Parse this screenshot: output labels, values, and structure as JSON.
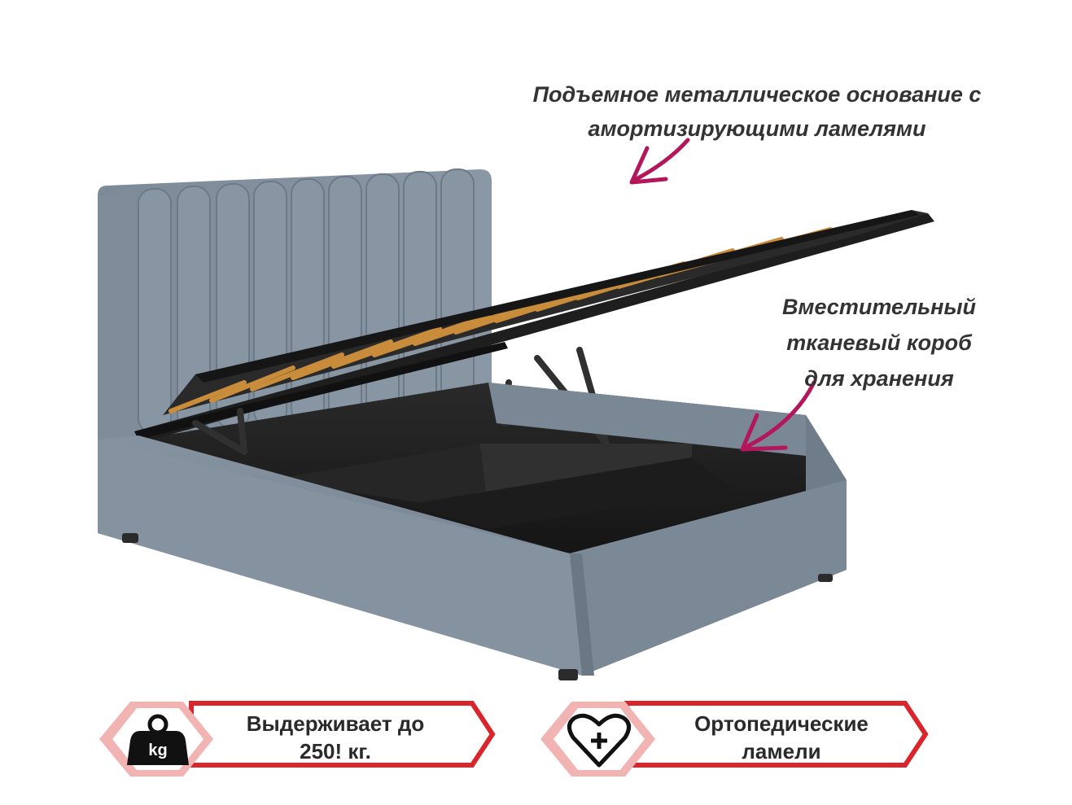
{
  "captions": {
    "base": {
      "line1": "Подъемное металлическое основание с",
      "line2": "амортизирующими ламелями"
    },
    "storage": {
      "line1": "Вместительный",
      "line2": "тканевый короб",
      "line3": "для хранения"
    }
  },
  "badges": [
    {
      "icon": "weight-icon",
      "icon_label": "kg",
      "line1": "Выдерживает до",
      "line2": "250! кг."
    },
    {
      "icon": "heart-plus-icon",
      "line1": "Ортопедические",
      "line2": "ламели"
    }
  ],
  "colors": {
    "upholstery": "#7a8896",
    "frame_black": "#1e1e1e",
    "slats": "#c98c3a",
    "arrow": "#b3165a",
    "badge_red": "#d9262c",
    "badge_pink": "#f2b3b3"
  }
}
